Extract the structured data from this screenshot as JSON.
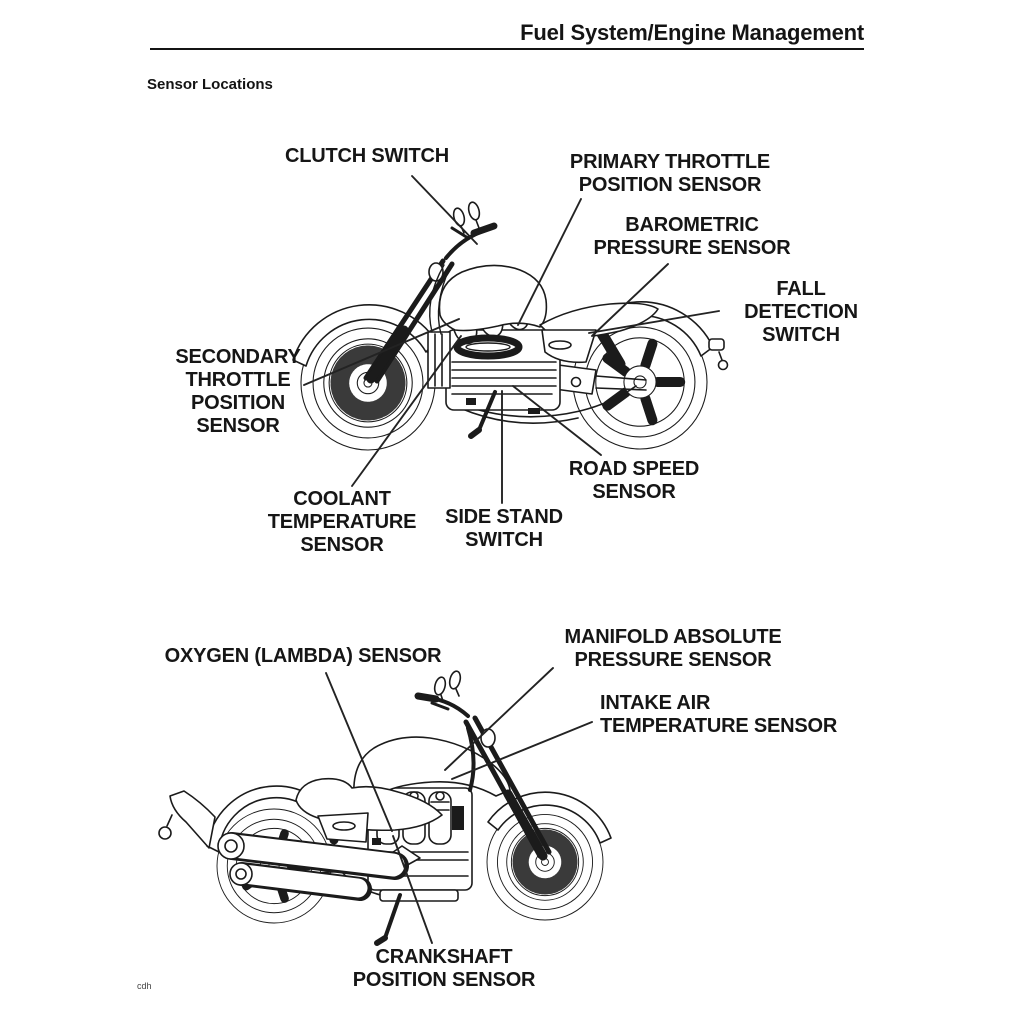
{
  "header": {
    "title": "Fuel System/Engine Management",
    "section": "Sensor Locations"
  },
  "footer": {
    "credit": "cdh"
  },
  "colors": {
    "ink": "#1b1b1b",
    "paper": "#ffffff"
  },
  "diagram_top": {
    "description": "Motorcycle right-side view with sensor callouts",
    "labels": {
      "clutch": "CLUTCH SWITCH",
      "primary": "PRIMARY THROTTLE\nPOSITION SENSOR",
      "barometric": "BAROMETRIC\nPRESSURE SENSOR",
      "fall": "FALL\nDETECTION\nSWITCH",
      "secondary": "SECONDARY\nTHROTTLE\nPOSITION\nSENSOR",
      "coolant": "COOLANT\nTEMPERATURE\nSENSOR",
      "side_stand": "SIDE STAND\nSWITCH",
      "road_speed": "ROAD SPEED\nSENSOR"
    }
  },
  "diagram_bottom": {
    "description": "Motorcycle left-side view with sensor callouts",
    "labels": {
      "oxygen": "OXYGEN (LAMBDA) SENSOR",
      "map": "MANIFOLD ABSOLUTE\nPRESSURE SENSOR",
      "iat": "INTAKE AIR\nTEMPERATURE SENSOR",
      "crankshaft": "CRANKSHAFT\nPOSITION SENSOR"
    }
  }
}
